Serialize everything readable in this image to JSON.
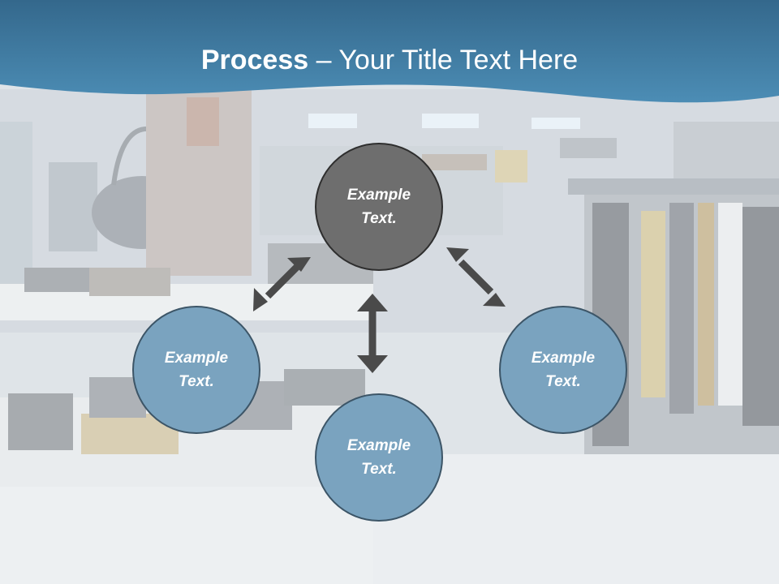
{
  "header": {
    "title_bold": "Process",
    "title_rest": " – Your Title Text Here",
    "band_color": "#3f7fa6"
  },
  "diagram": {
    "nodes": [
      {
        "id": "top",
        "label": "Example Text.",
        "color": "#6e6e6e"
      },
      {
        "id": "left",
        "label": "Example Text.",
        "color": "#7aa3bf"
      },
      {
        "id": "bottom",
        "label": "Example Text.",
        "color": "#7aa3bf"
      },
      {
        "id": "right",
        "label": "Example Text.",
        "color": "#7aa3bf"
      }
    ],
    "arrow_color": "#4a4a4a"
  }
}
